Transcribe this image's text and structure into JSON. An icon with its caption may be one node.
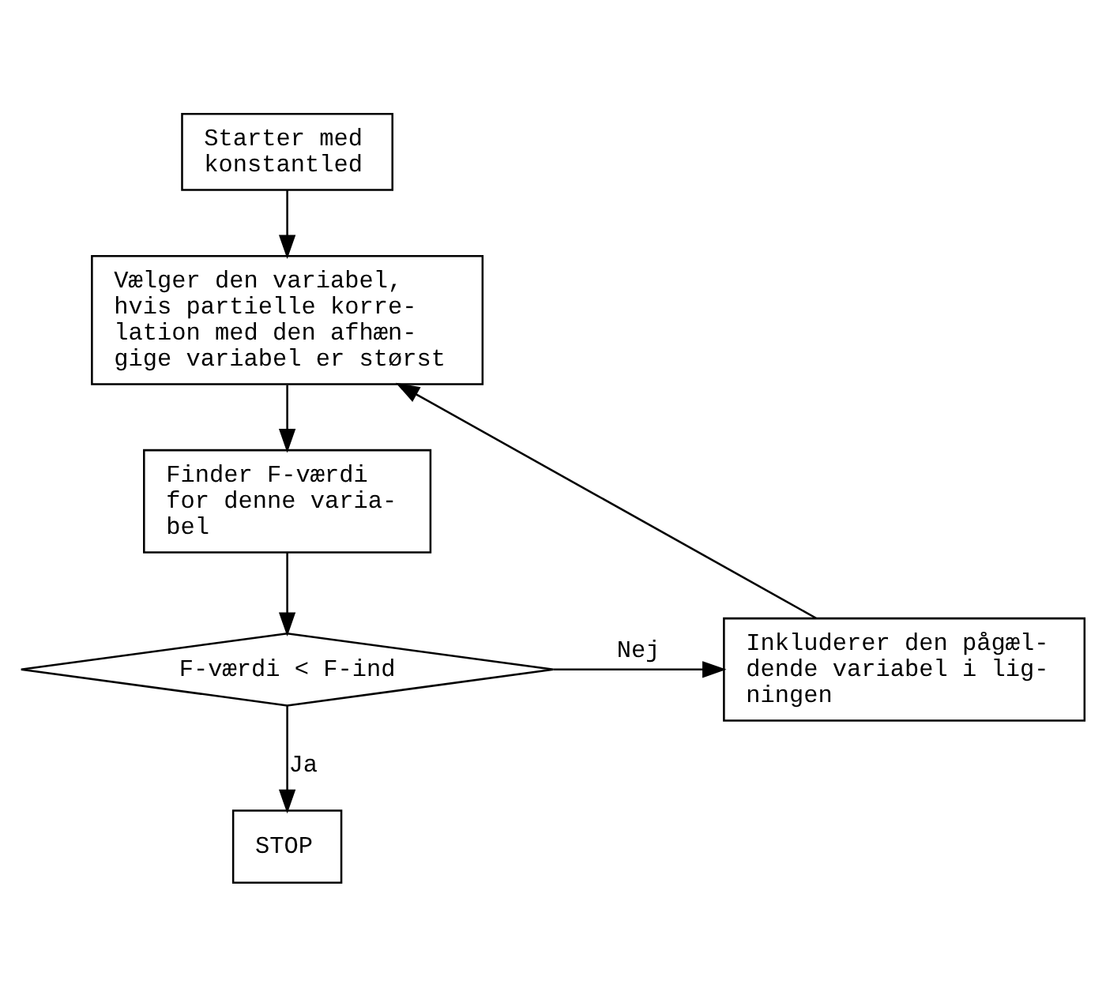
{
  "diagram": {
    "nodes": [
      {
        "text": [
          "Starter med konstantled"
        ]
      },
      {
        "text": [
          "Vælger den variabel, hvis partielle korre- lation med den afhæn- gige variabel er størst"
        ]
      },
      {
        "text": [
          "Finder F-værdi for denne varia- bel"
        ]
      },
      {
        "text": [
          "F-værdi < F-ind"
        ]
      },
      {
        "text": [
          "Inkluderer den pågæl- dende variabel i lig- ningen"
        ]
      },
      {
        "text": [
          "STOP"
        ]
      }
    ],
    "edges": [
      {
        "from": 0,
        "to": 1,
        "arrow": "to"
      },
      {
        "from": 1,
        "to": 2,
        "arrow": "to"
      },
      {
        "from": 2,
        "to": 3,
        "arrow": "to"
      },
      {
        "from": 3,
        "to": 4,
        "arrow": "to",
        "label": "Nej"
      },
      {
        "from": 3,
        "to": 5,
        "arrow": "to",
        "label": "Ja"
      },
      {
        "from": 4,
        "to": 1,
        "arrow": "to"
      }
    ]
  }
}
